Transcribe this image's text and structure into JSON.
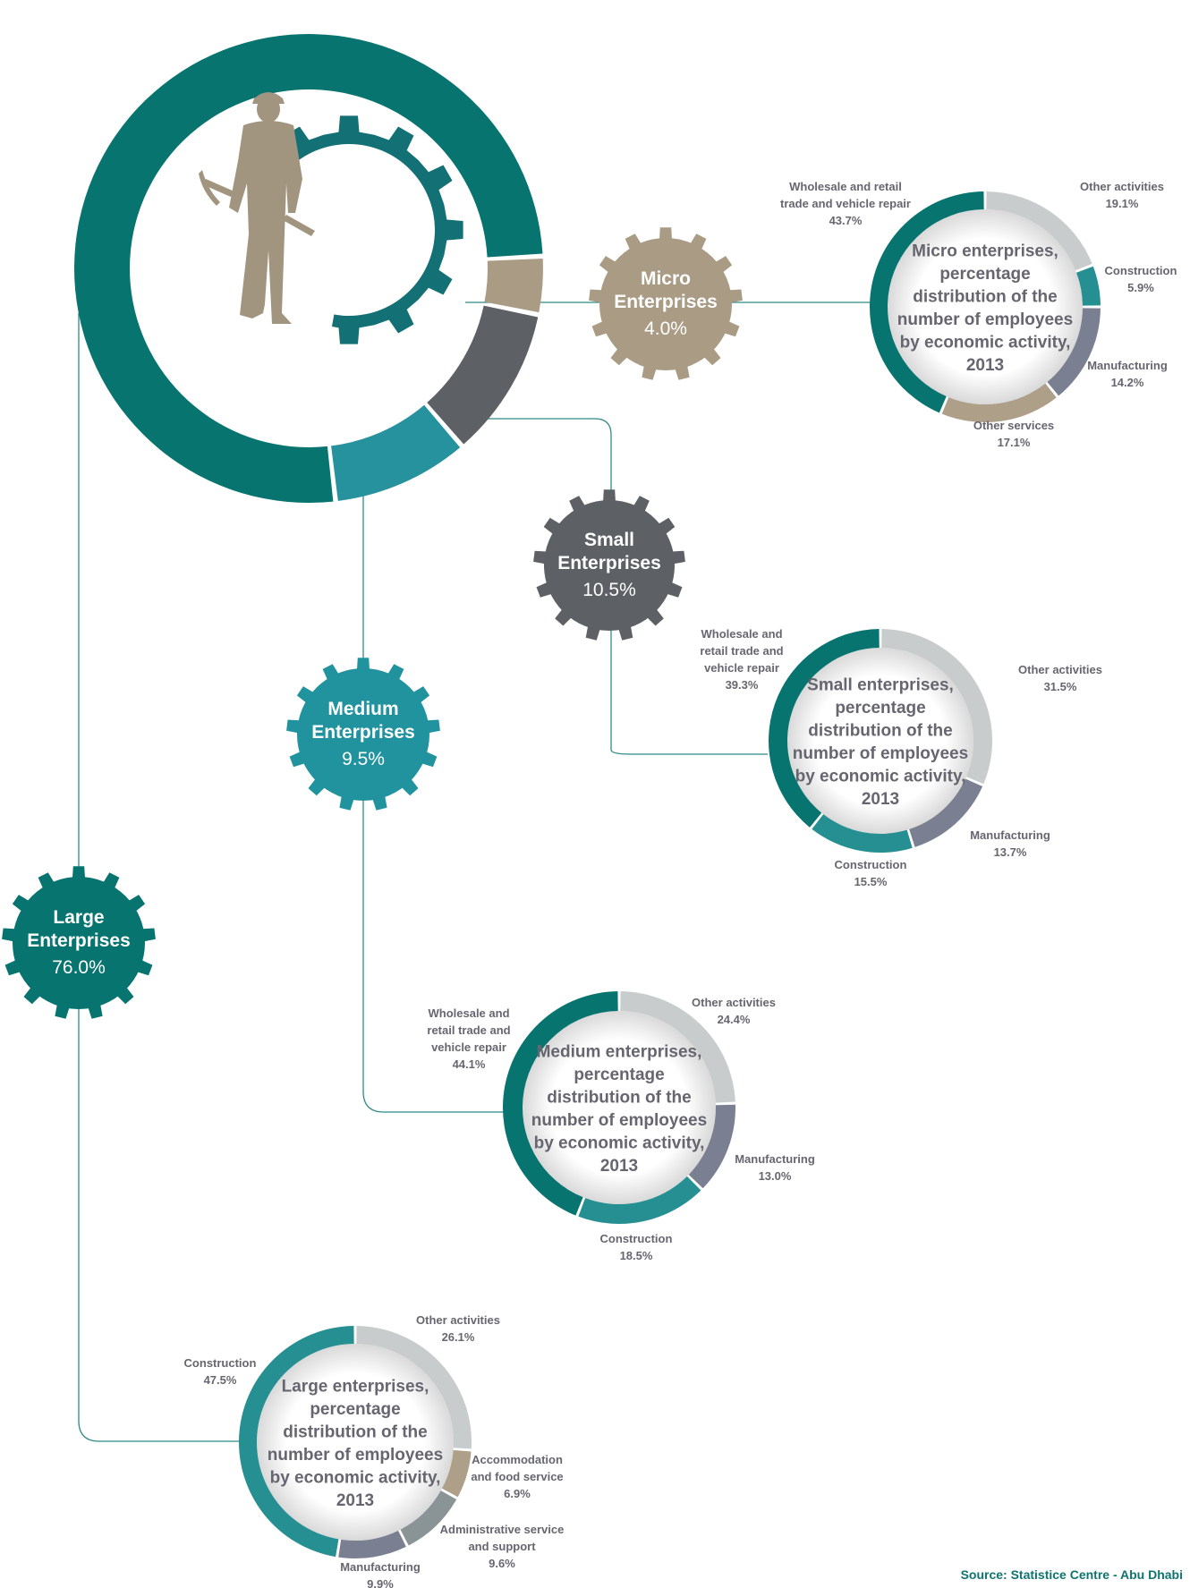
{
  "colors": {
    "wholesale": "#077470",
    "other_activities": "#c9cccc",
    "construction": "#268f92",
    "manufacturing": "#7b7f92",
    "other_services": "#ae9f88",
    "accommodation": "#ad9f88",
    "administrative": "#8a9497",
    "connector": "#2f8b87",
    "worker": "#a29580",
    "gear_ring": "#137075"
  },
  "icons": {
    "worker": "worker-silhouette-icon",
    "gear": "gear-icon"
  },
  "overview": {
    "type": "donut",
    "segments": [
      {
        "key": "large",
        "name": "Large Enterprises",
        "value": 76.0,
        "display": "76.0%",
        "color": "#077470"
      },
      {
        "key": "micro",
        "name": "Micro Enterprises",
        "value": 4.0,
        "display": "4.0%",
        "color": "#a99b84"
      },
      {
        "key": "small",
        "name": "Small Enterprises",
        "value": 10.5,
        "display": "10.5%",
        "color": "#5d6065"
      },
      {
        "key": "medium",
        "name": "Medium Enterprises",
        "value": 9.5,
        "display": "9.5%",
        "color": "#26929d"
      }
    ]
  },
  "gears": {
    "micro": {
      "line1": "Micro",
      "line2": "Enterprises",
      "value": "4.0%",
      "color": "#a99b84"
    },
    "small": {
      "line1": "Small",
      "line2": "Enterprises",
      "value": "10.5%",
      "color": "#5d6065"
    },
    "medium": {
      "line1": "Medium",
      "line2": "Enterprises",
      "value": "9.5%",
      "color": "#21939f"
    },
    "large": {
      "line1": "Large",
      "line2": "Enterprises",
      "value": "76.0%",
      "color": "#077470"
    }
  },
  "chart_data": [
    {
      "type": "pie",
      "title": "Micro enterprises, percentage distribution of the number of employees by economic activity, 2013",
      "title_lines": [
        "Micro enterprises,",
        "percentage",
        "distribution of the",
        "number of employees",
        "by economic activity,",
        "2013"
      ],
      "slices": [
        {
          "key": "other_activities",
          "label_lines": [
            "Other activities"
          ],
          "value": 19.1,
          "display": "19.1%"
        },
        {
          "key": "construction",
          "label_lines": [
            "Construction"
          ],
          "value": 5.9,
          "display": "5.9%"
        },
        {
          "key": "manufacturing",
          "label_lines": [
            "Manufacturing"
          ],
          "value": 14.2,
          "display": "14.2%"
        },
        {
          "key": "other_services",
          "label_lines": [
            "Other services"
          ],
          "value": 17.1,
          "display": "17.1%"
        },
        {
          "key": "wholesale",
          "label_lines": [
            "Wholesale and retail",
            "trade and vehicle repair"
          ],
          "value": 43.7,
          "display": "43.7%"
        }
      ]
    },
    {
      "type": "pie",
      "title": "Small enterprises, percentage distribution of the number of employees by economic activity, 2013",
      "title_lines": [
        "Small enterprises,",
        "percentage",
        "distribution of the",
        "number of employees",
        "by economic activity,",
        "2013"
      ],
      "slices": [
        {
          "key": "other_activities",
          "label_lines": [
            "Other activities"
          ],
          "value": 31.5,
          "display": "31.5%"
        },
        {
          "key": "manufacturing",
          "label_lines": [
            "Manufacturing"
          ],
          "value": 13.7,
          "display": "13.7%"
        },
        {
          "key": "construction",
          "label_lines": [
            "Construction"
          ],
          "value": 15.5,
          "display": "15.5%"
        },
        {
          "key": "wholesale",
          "label_lines": [
            "Wholesale and",
            "retail trade and",
            "vehicle repair"
          ],
          "value": 39.3,
          "display": "39.3%"
        }
      ]
    },
    {
      "type": "pie",
      "title": "Medium enterprises, percentage distribution of the number of employees by economic activity, 2013",
      "title_lines": [
        "Medium enterprises,",
        "percentage",
        "distribution of the",
        "number of employees",
        "by economic activity,",
        "2013"
      ],
      "slices": [
        {
          "key": "other_activities",
          "label_lines": [
            "Other activities"
          ],
          "value": 24.4,
          "display": "24.4%"
        },
        {
          "key": "manufacturing",
          "label_lines": [
            "Manufacturing"
          ],
          "value": 13.0,
          "display": "13.0%"
        },
        {
          "key": "construction",
          "label_lines": [
            "Construction"
          ],
          "value": 18.5,
          "display": "18.5%"
        },
        {
          "key": "wholesale",
          "label_lines": [
            "Wholesale and",
            "retail trade and",
            "vehicle repair"
          ],
          "value": 44.1,
          "display": "44.1%"
        }
      ]
    },
    {
      "type": "pie",
      "title": "Large enterprises, percentage distribution of the number of employees by economic activity, 2013",
      "title_lines": [
        "Large enterprises,",
        "percentage",
        "distribution of the",
        "number of employees",
        "by economic activity,",
        "2013"
      ],
      "slices": [
        {
          "key": "other_activities",
          "label_lines": [
            "Other activities"
          ],
          "value": 26.1,
          "display": "26.1%"
        },
        {
          "key": "accommodation",
          "label_lines": [
            "Accommodation",
            "and food service"
          ],
          "value": 6.9,
          "display": "6.9%"
        },
        {
          "key": "administrative",
          "label_lines": [
            "Administrative service",
            "and support"
          ],
          "value": 9.6,
          "display": "9.6%"
        },
        {
          "key": "manufacturing",
          "label_lines": [
            "Manufacturing"
          ],
          "value": 9.9,
          "display": "9.9%"
        },
        {
          "key": "construction",
          "label_lines": [
            "Construction"
          ],
          "value": 47.5,
          "display": "47.5%"
        }
      ]
    }
  ],
  "source": "Source: Statistice Centre - Abu Dhabi"
}
